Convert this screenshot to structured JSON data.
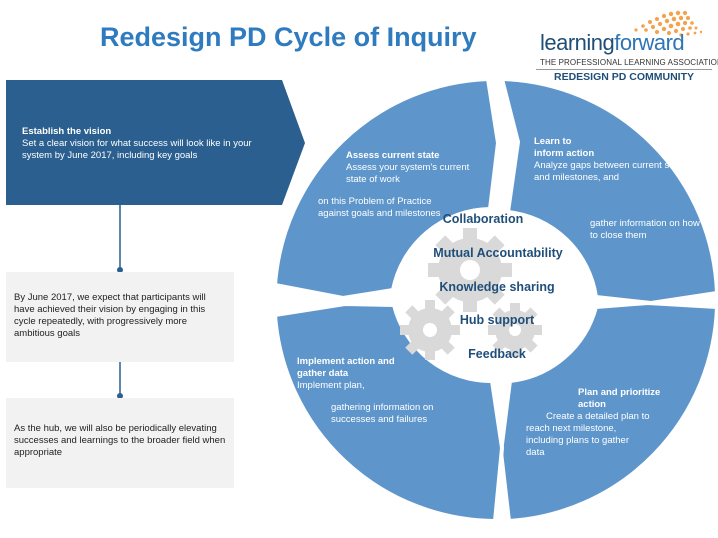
{
  "title": "Redesign PD Cycle of Inquiry",
  "logo": {
    "brand_part1": "learning",
    "brand_part2": "forward",
    "tagline": "THE PROFESSIONAL LEARNING ASSOCIATION",
    "community": "REDESIGN PD COMMUNITY"
  },
  "vision": {
    "heading": "Establish the vision",
    "body": "Set a clear vision for what success will look like in your system by June 2017, including key goals"
  },
  "notes": [
    "By June 2017, we expect that participants will have achieved their vision by engaging in this cycle repeatedly, with progressively more ambitious goals",
    "As the hub, we will also be periodically elevating successes and learnings to the broader field when appropriate"
  ],
  "cycle": {
    "assess": {
      "heading": "Assess current state",
      "body1": "Assess your system's current state of work",
      "body2": "on this Problem of Practice against goals and milestones"
    },
    "learn": {
      "heading1": "Learn to",
      "heading2": "inform action",
      "body1": "Analyze gaps between current state and milestones, and",
      "body2": "gather information on how to close them"
    },
    "plan": {
      "heading1": "Plan and prioritize",
      "heading2": "action",
      "body": "Create a detailed plan to reach next milestone, including plans to gather data"
    },
    "implement": {
      "heading1": "Implement action and",
      "heading2": "gather data",
      "body1": "Implement plan,",
      "body2": "gathering information on successes and failures"
    }
  },
  "hub": [
    "Collaboration",
    "Mutual Accountability",
    "Knowledge sharing",
    "Hub support",
    "Feedback"
  ],
  "colors": {
    "title": "#2f7bbf",
    "dark_blue": "#2a5f8f",
    "segment_blue": "#5e96cc",
    "hub_text": "#1f4e79",
    "note_bg": "#f2f2f2",
    "gear": "#d9d9d9",
    "logo_dots": "#f4a24b"
  }
}
